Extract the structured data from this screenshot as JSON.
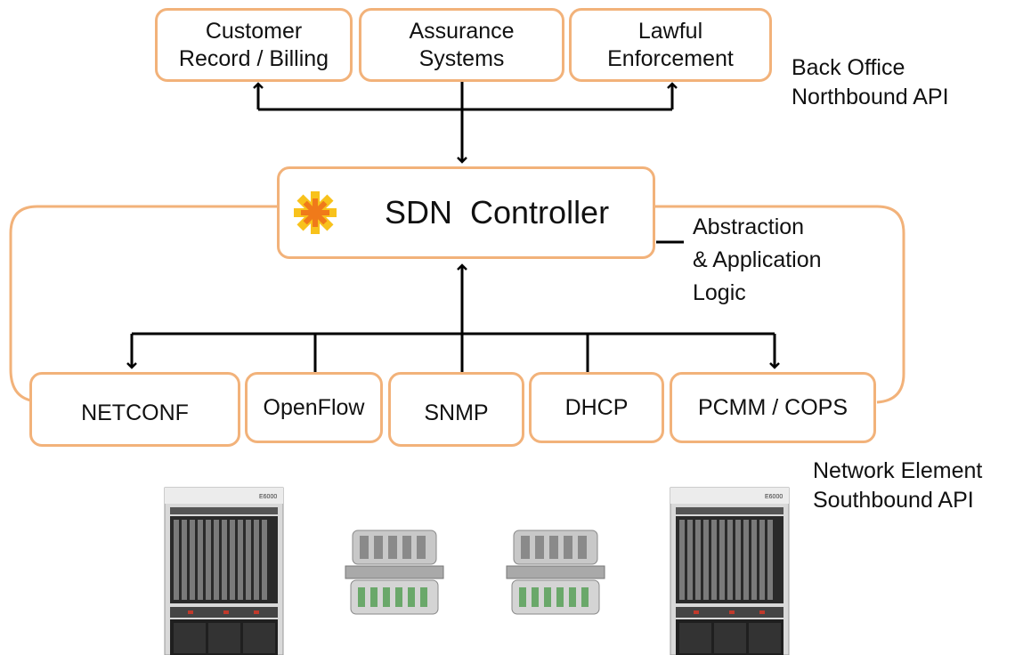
{
  "back_office": {
    "boxes": [
      {
        "line1": "Customer",
        "line2": "Record / Billing"
      },
      {
        "line1": "Assurance",
        "line2": "Systems"
      },
      {
        "line1": "Lawful",
        "line2": "Enforcement"
      }
    ],
    "label_line1": "Back Office",
    "label_line2": "Northbound API"
  },
  "controller": {
    "title": "SDN  Controller",
    "logo_icon": "orange-asterisk-logo-icon",
    "annotation_line1": "Abstraction",
    "annotation_line2": "& Application",
    "annotation_line3": "Logic"
  },
  "southbound": {
    "protocols": [
      "NETCONF",
      "OpenFlow",
      "SNMP",
      "DHCP",
      "PCMM / COPS"
    ],
    "label_line1": "Network Element",
    "label_line2": "Southbound API"
  },
  "devices": {
    "chassis_label": "E6000",
    "items": [
      "cmts-chassis-icon",
      "node-device-icon",
      "node-device-icon",
      "cmts-chassis-icon"
    ]
  },
  "colors": {
    "box_border": "#f2b27a",
    "line": "#000000",
    "logo_orange": "#f07a1a",
    "logo_yellow": "#f8c21c"
  }
}
